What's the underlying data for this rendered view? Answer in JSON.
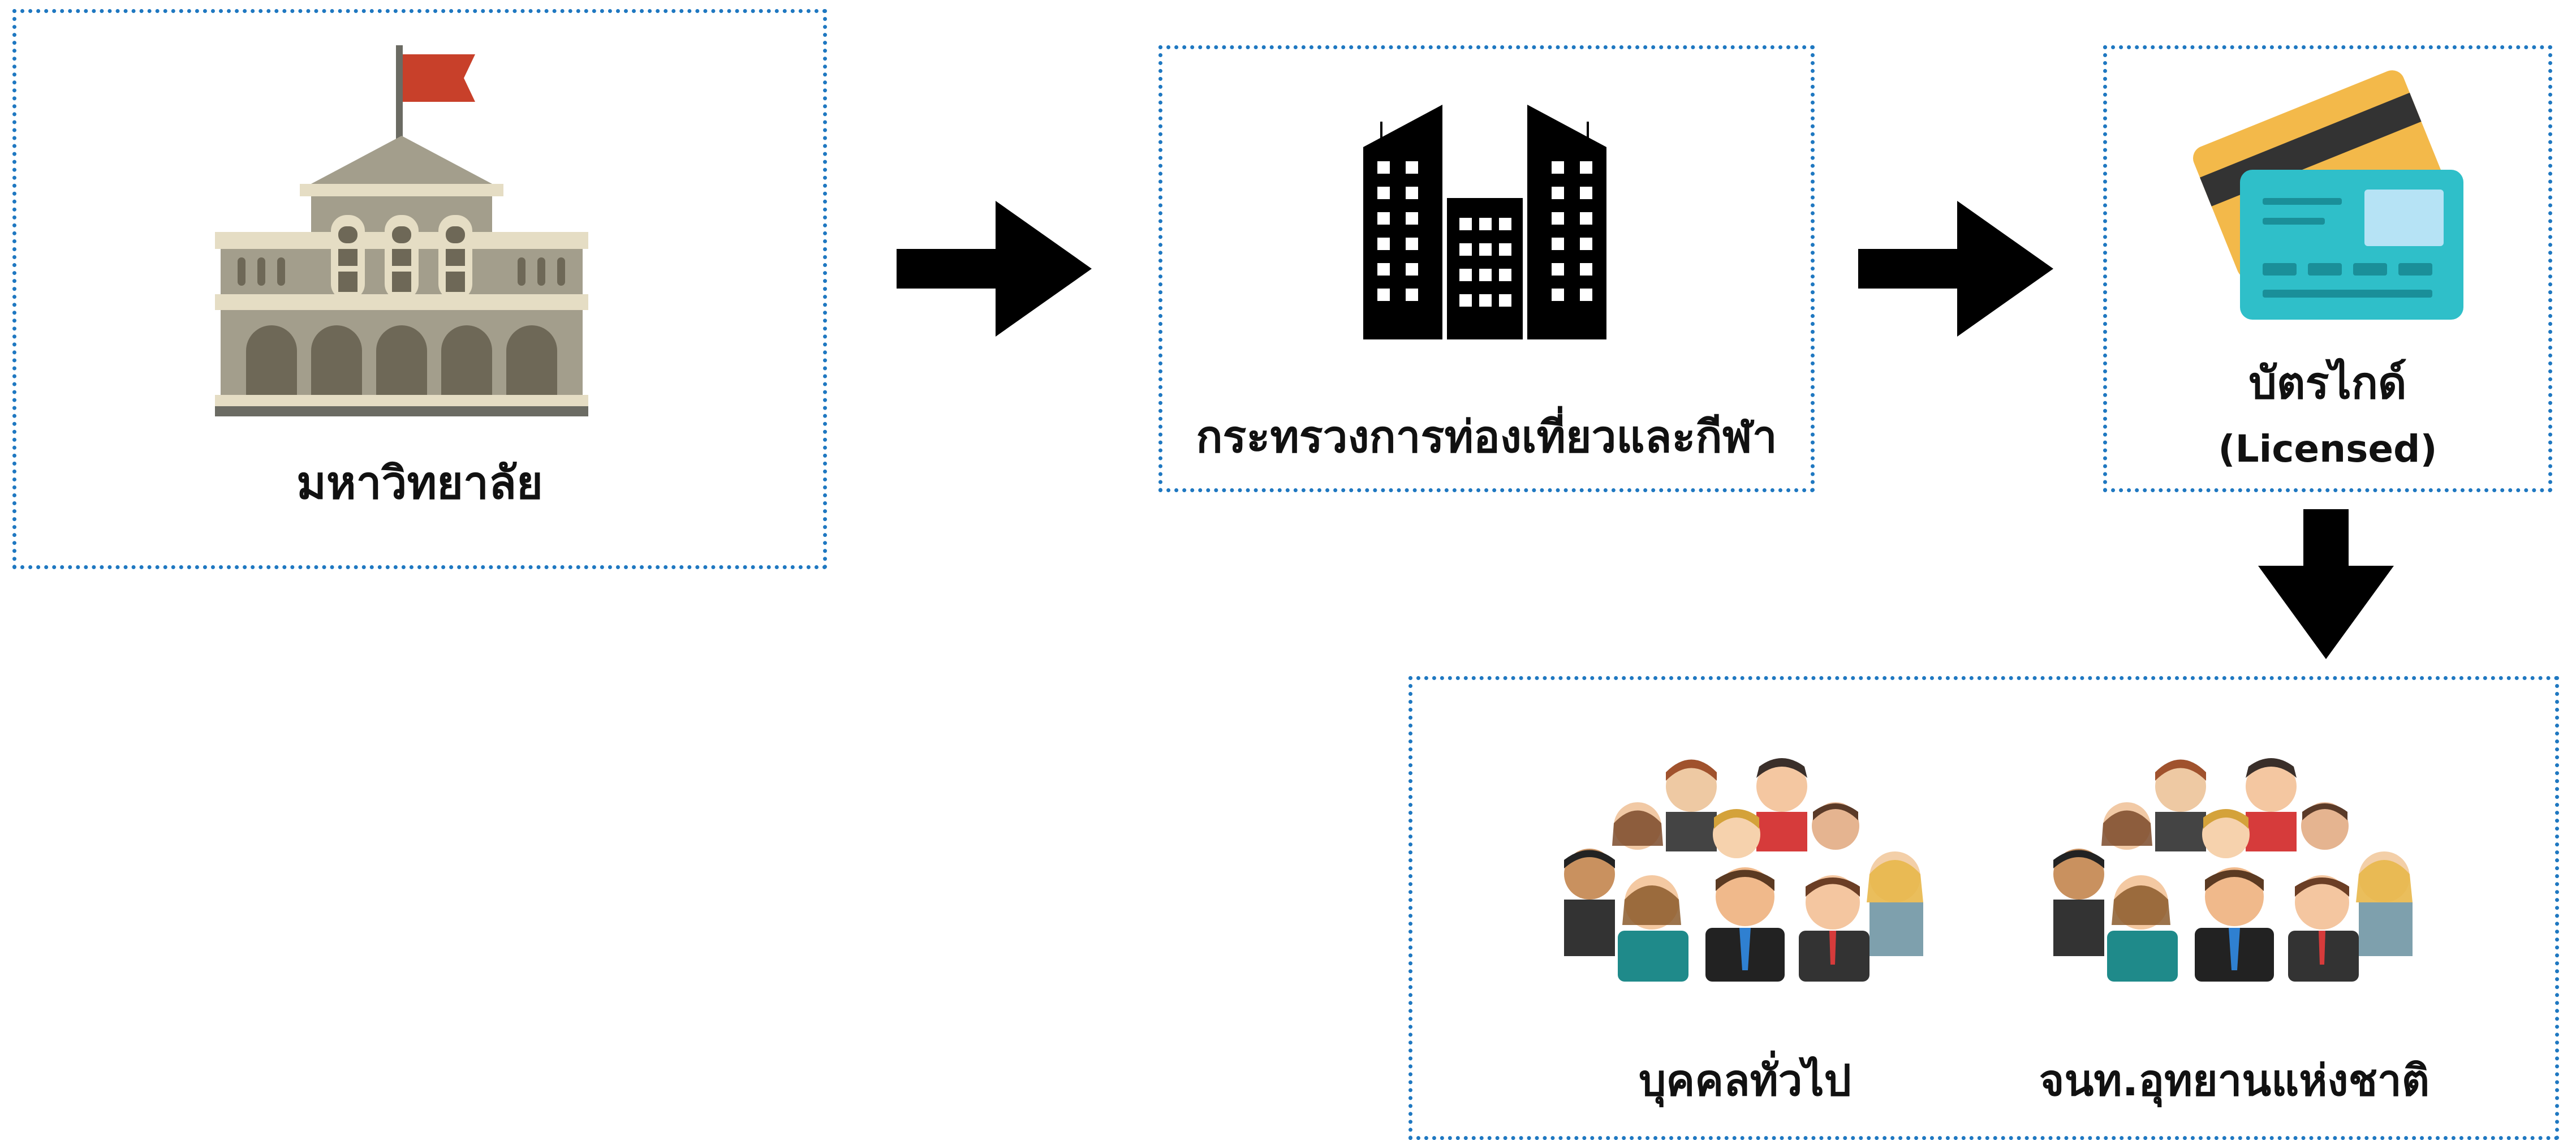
{
  "nodes": {
    "university": {
      "label": "มหาวิทยาลัย",
      "icon": "university-building-icon"
    },
    "ministry": {
      "label": "กระทรวงการท่องเที่ยวและกีฬา",
      "icon": "office-buildings-icon"
    },
    "card": {
      "label": "บัตรไกด์",
      "sublabel": "(Licensed)",
      "icon": "id-card-icon"
    },
    "audience": {
      "groups": [
        {
          "label": "บุคคลทั่วไป",
          "icon": "people-group-icon"
        },
        {
          "label": "จนท.อุทยานแห่งชาติ",
          "icon": "people-group-icon"
        }
      ]
    }
  },
  "edges": [
    {
      "from": "university",
      "to": "ministry"
    },
    {
      "from": "ministry",
      "to": "card"
    },
    {
      "from": "card",
      "to": "audience"
    }
  ],
  "colors": {
    "border": "#1f78c1",
    "flag": "#c8402a",
    "building": "#a39e8c",
    "card_front": "#2fbfc9",
    "card_back": "#f3b94a"
  }
}
